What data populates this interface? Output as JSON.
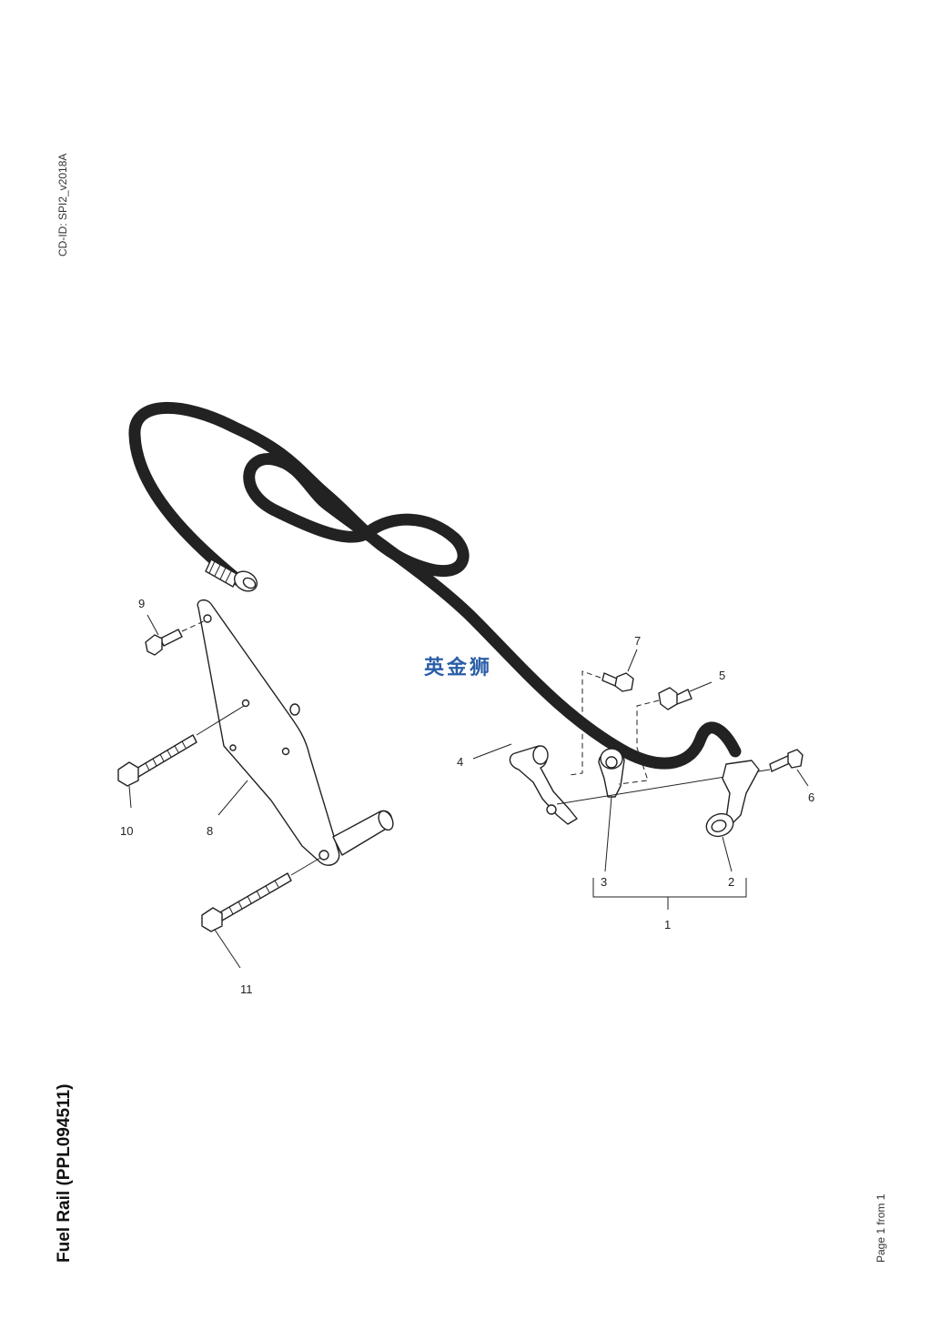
{
  "header": {
    "cd_id": "CD-ID: SPI2_v2018A"
  },
  "footer": {
    "title": "Fuel Rail (PPL094511)",
    "page": "Page 1 from 1"
  },
  "watermark": {
    "text": "英金狮",
    "color": "#2a5ea8"
  },
  "callouts": {
    "c1": "1",
    "c2": "2",
    "c3": "3",
    "c4": "4",
    "c5": "5",
    "c6": "6",
    "c7": "7",
    "c8": "8",
    "c9": "9",
    "c10": "10",
    "c11": "11"
  }
}
